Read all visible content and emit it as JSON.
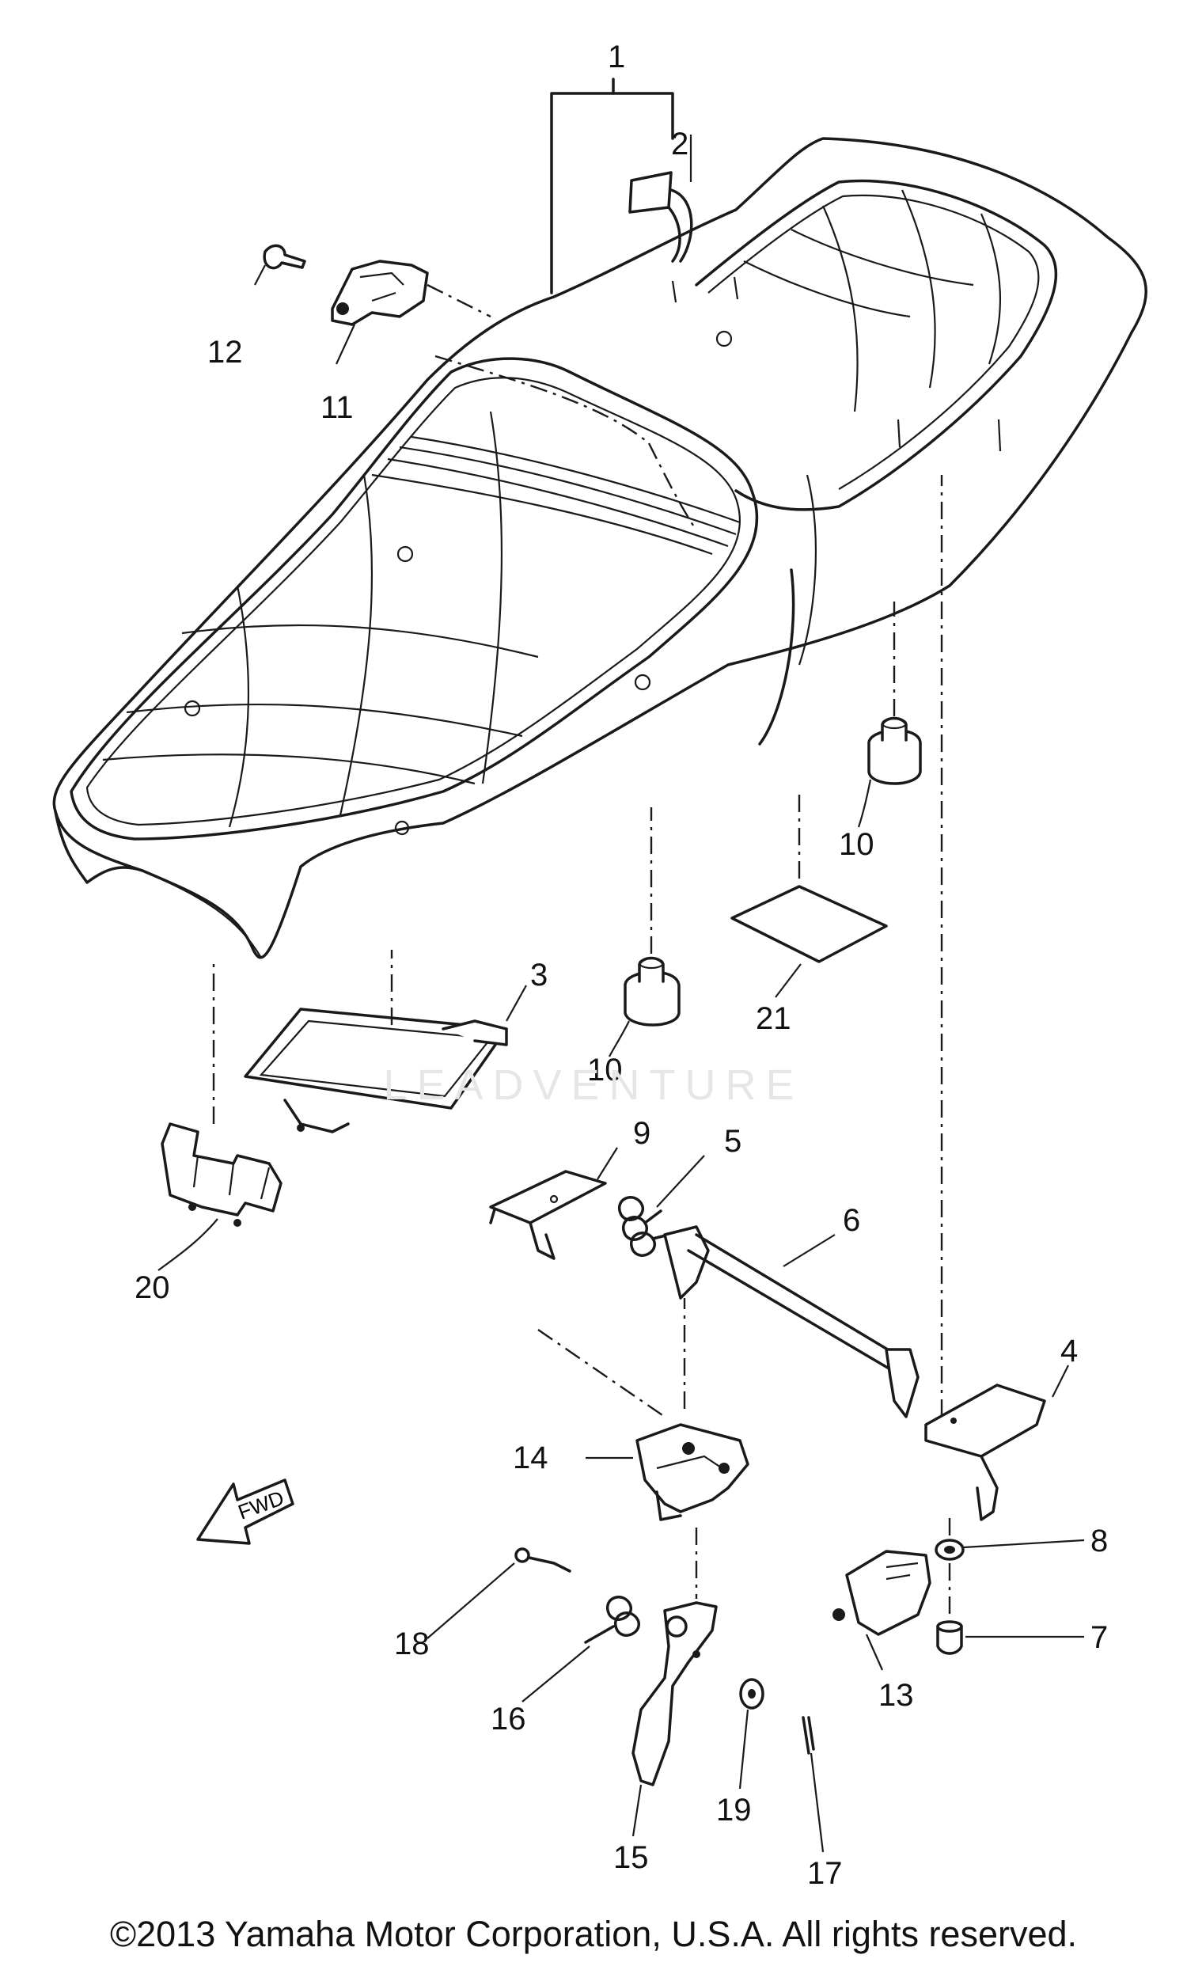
{
  "labels": {
    "p1": "1",
    "p2": "2",
    "p3": "3",
    "p4": "4",
    "p5": "5",
    "p6": "6",
    "p7": "7",
    "p8": "8",
    "p9": "9",
    "p10a": "10",
    "p10b": "10",
    "p11": "11",
    "p12": "12",
    "p13": "13",
    "p14": "14",
    "p15": "15",
    "p16": "16",
    "p17": "17",
    "p18": "18",
    "p19": "19",
    "p20": "20",
    "p21": "21"
  },
  "fwd_marker": "FWD",
  "watermark": "LEADVENTURE",
  "copyright": "©2013 Yamaha Motor Corporation, U.S.A. All rights reserved.",
  "icons": [
    "seat-assembly",
    "fwd-arrow-icon",
    "lock-icon",
    "spring-icon",
    "bracket-icon"
  ]
}
